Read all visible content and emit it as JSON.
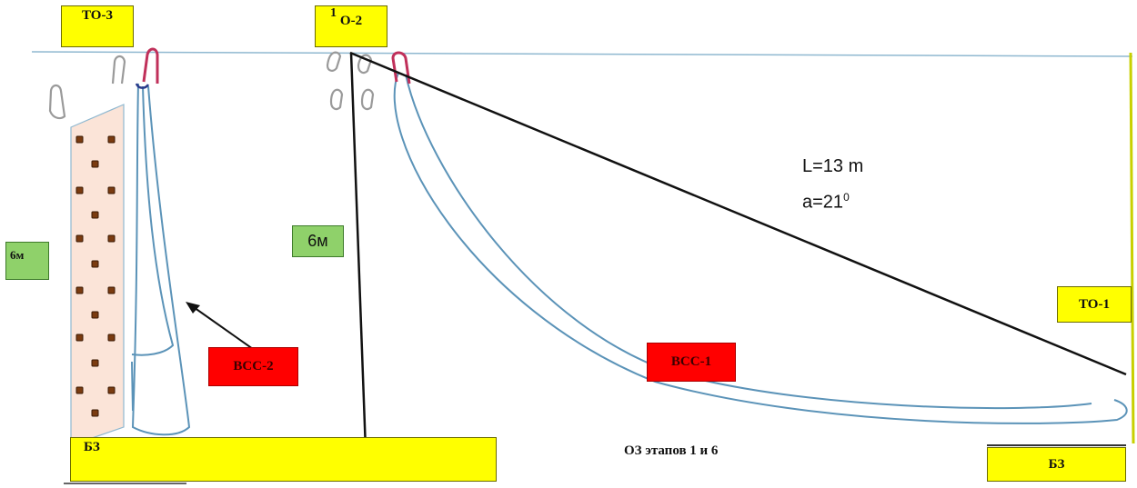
{
  "labels": {
    "to3": "ТО-3",
    "o2": "О-2",
    "o2_mark": "1",
    "to1": "ТО-1",
    "bz_left": "БЗ",
    "bz_right": "БЗ",
    "height_left": "6м",
    "height_center": "6м",
    "vss1": "ВСС-1",
    "vss2": "ВСС-2",
    "oz": "ОЗ этапов 1 и 6",
    "length": "L=13 m",
    "angle_base": "a=21",
    "angle_sup": "0"
  },
  "colors": {
    "yellow": "#ffff00",
    "green": "#8fd16a",
    "red": "#ff0000",
    "rock_face": "#fbe4d8",
    "line_blue": "#5b93b8",
    "drill_hole": "#7a3b10",
    "anchor": "#c0305a"
  }
}
